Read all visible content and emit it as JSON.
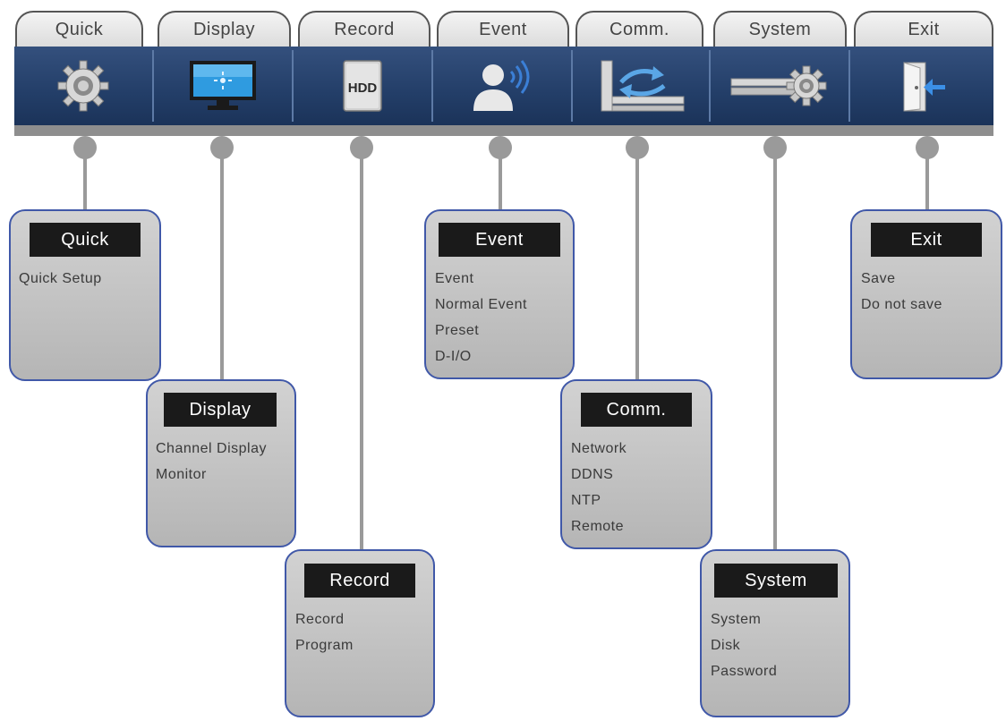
{
  "tabs": [
    {
      "label": "Quick",
      "icon": "gear-icon"
    },
    {
      "label": "Display",
      "icon": "monitor-icon"
    },
    {
      "label": "Record",
      "icon": "hdd-icon",
      "icon_text": "HDD"
    },
    {
      "label": "Event",
      "icon": "person-signal-icon"
    },
    {
      "label": "Comm.",
      "icon": "network-transfer-icon"
    },
    {
      "label": "System",
      "icon": "system-gear-icon"
    },
    {
      "label": "Exit",
      "icon": "exit-door-icon"
    }
  ],
  "submenus": [
    {
      "title": "Quick",
      "items": [
        "Quick Setup"
      ]
    },
    {
      "title": "Display",
      "items": [
        "Channel Display",
        "Monitor"
      ]
    },
    {
      "title": "Record",
      "items": [
        "Record",
        "Program"
      ]
    },
    {
      "title": "Event",
      "items": [
        "Event",
        "Normal Event",
        "Preset",
        "D-I/O"
      ]
    },
    {
      "title": "Comm.",
      "items": [
        "Network",
        "DDNS",
        "NTP",
        "Remote"
      ]
    },
    {
      "title": "System",
      "items": [
        "System",
        "Disk",
        "Password"
      ]
    },
    {
      "title": "Exit",
      "items": [
        "Save",
        "Do not save"
      ]
    }
  ],
  "colors": {
    "toolbar": "#233e68",
    "connector": "#9a9a9a",
    "box_border": "#4058a8",
    "box_fill": "#c4c4c4",
    "title_bg": "#1a1a1a"
  }
}
